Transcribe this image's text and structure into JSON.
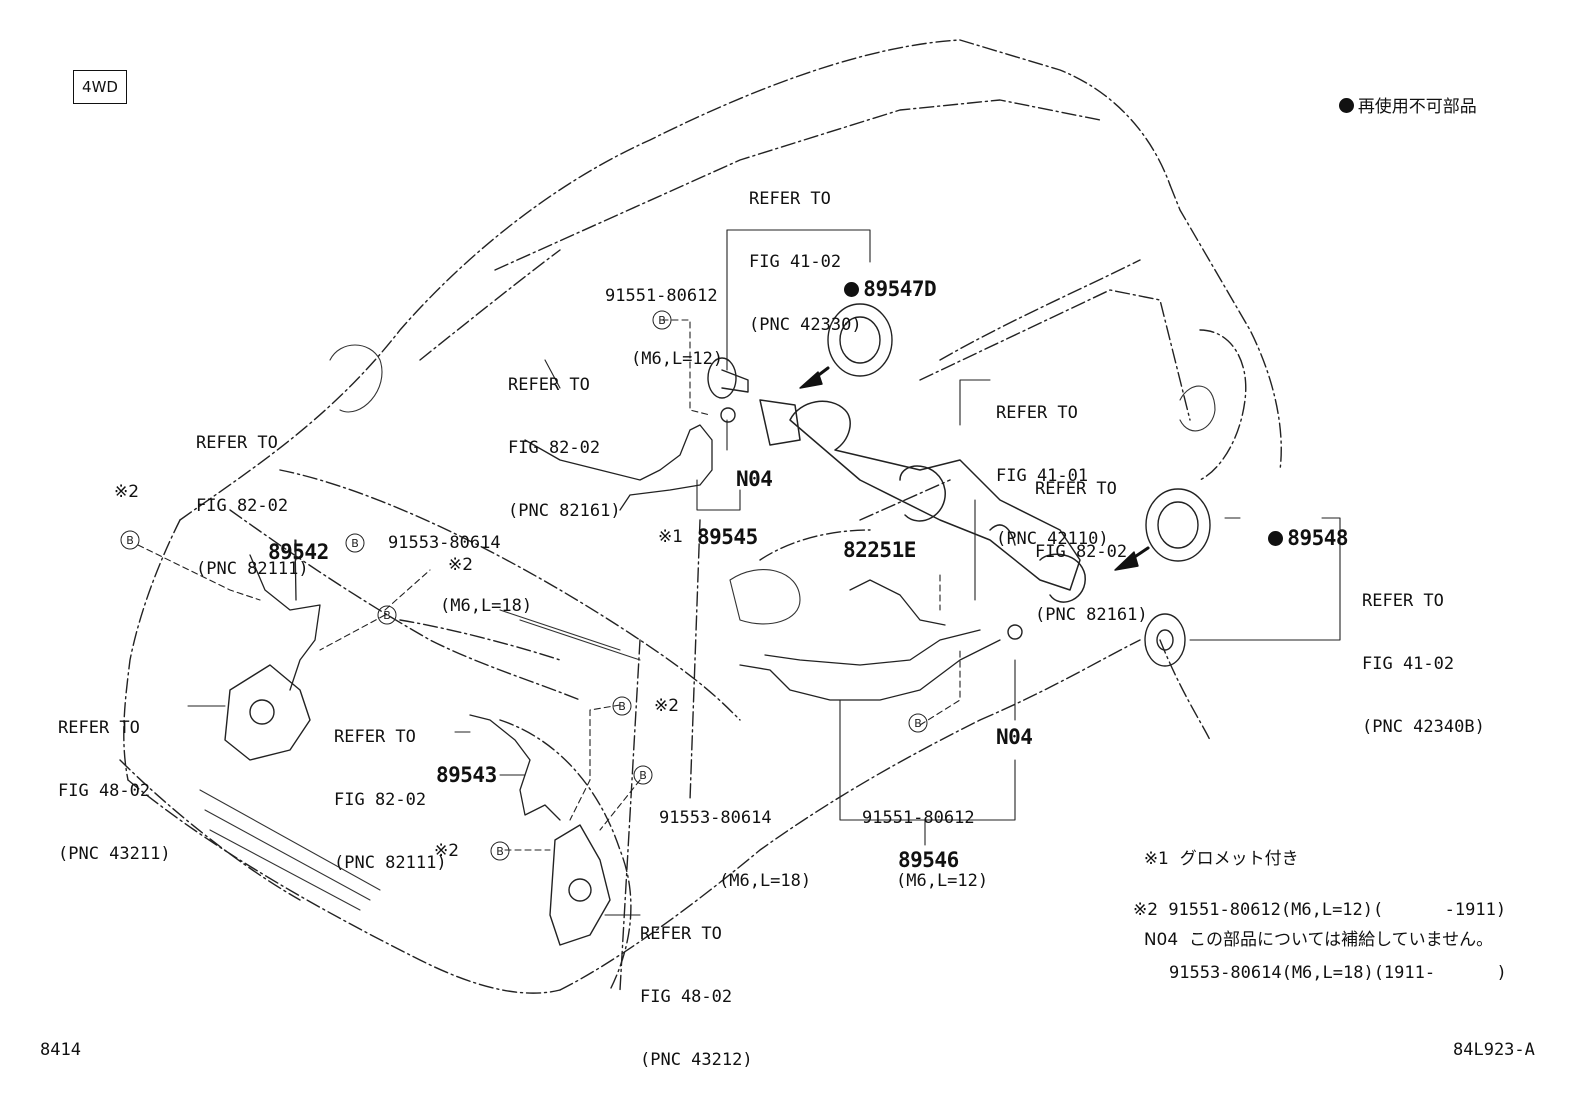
{
  "header": {
    "tag": "4WD",
    "legend_text": "再使用不可部品"
  },
  "callouts": {
    "ref_42330": [
      "REFER TO",
      "FIG 41-02",
      "(PNC 42330)"
    ],
    "ref_82161_a": [
      "REFER TO",
      "FIG 82-02",
      "(PNC 82161)"
    ],
    "ref_82111_a": [
      "REFER TO",
      "FIG 82-02",
      "(PNC 82111)"
    ],
    "ref_42110": [
      "REFER TO",
      "FIG 41-01",
      "(PNC 42110)"
    ],
    "ref_82161_b": [
      "REFER TO",
      "FIG 82-02",
      "(PNC 82161)"
    ],
    "ref_42340b": [
      "REFER TO",
      "FIG 41-02",
      "(PNC 42340B)"
    ],
    "ref_43211": [
      "REFER TO",
      "FIG 48-02",
      "(PNC 43211)"
    ],
    "ref_82111_b": [
      "REFER TO",
      "FIG 82-02",
      "(PNC 82111)"
    ],
    "ref_43212": [
      "REFER TO",
      "FIG 48-02",
      "(PNC 43212)"
    ]
  },
  "bolts": {
    "bolt_top": {
      "num": "91551-80612",
      "spec": "(M6,L=12)"
    },
    "bolt_left": {
      "num": "91553-80614",
      "spec": "(M6,L=18)"
    },
    "bolt_mid": {
      "num": "91553-80614",
      "spec": "(M6,L=18)"
    },
    "bolt_right": {
      "num": "91551-80612",
      "spec": "(M6,L=12)"
    }
  },
  "parts": {
    "p89547d": "89547D",
    "p89548": "89548",
    "p89542": "89542",
    "p89543": "89543",
    "p89545": "89545",
    "p89546": "89546",
    "p82251e": "82251E",
    "n04_a": "N04",
    "n04_b": "N04"
  },
  "marks": {
    "kome1": "※1",
    "kome2": "※2",
    "b": "B"
  },
  "notes": {
    "note1_mark": "※1",
    "note1_text": "グロメット付き",
    "note2_mark": "※2",
    "note2_line1": "91551-80612(M6,L=12)(      -1911)",
    "note2_line2": "91553-80614(M6,L=18)(1911-      )",
    "note3_mark": "N04",
    "note3_text": "この部品については補給していません。"
  },
  "footer": {
    "left": "8414",
    "right": "84L923-A"
  }
}
